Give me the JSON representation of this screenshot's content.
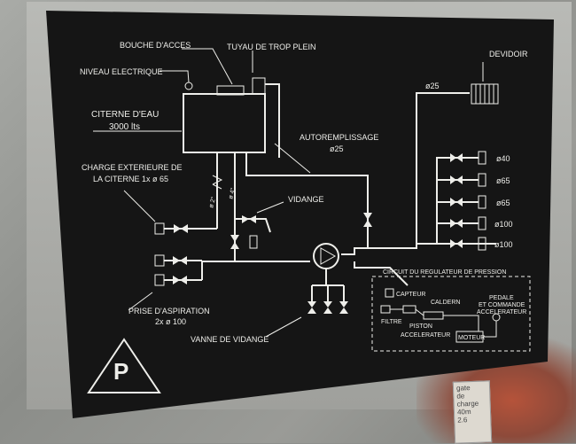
{
  "labels": {
    "bouche": "BOUCHE D'ACCES",
    "tuyau": "TUYAU DE TROP PLEIN",
    "niveau": "NIVEAU ELECTRIQUE",
    "devidoir": "DEVIDOIR",
    "citerne_1": "CITERNE D'EAU",
    "citerne_2": "3000 lts",
    "autoremplissage": "AUTOREMPLISSAGE",
    "auto_dia": "ø25",
    "charge_1": "CHARGE EXTERIEURE DE",
    "charge_2": "LA CITERNE 1x ø 65",
    "vidange": "VIDANGE",
    "dia_2": "ø 2\"",
    "dia_4": "ø 4\"",
    "dev_dia": "ø25",
    "prise_1": "PRISE D'ASPIRATION",
    "prise_2": "2x ø 100",
    "vanne": "VANNE DE VIDANGE",
    "circuit": "CIRCUIT DU REGULATEUR DE PRESSION",
    "capteur": "CAPTEUR",
    "caldern": "CALDERN",
    "filtre": "FILTRE",
    "piston": "PISTON",
    "accel": "ACCELERATEUR",
    "pedale_1": "PEDALE",
    "pedale_2": "ET COMMANDE",
    "pedale_3": "ACCELERATEUR",
    "moteur": "MOTEUR",
    "logo": "P"
  },
  "outlets": [
    "ø40",
    "ø65",
    "ø65",
    "ø100",
    "ø100"
  ],
  "sticker": [
    "gate",
    "de charge",
    "40m",
    "2.6"
  ]
}
